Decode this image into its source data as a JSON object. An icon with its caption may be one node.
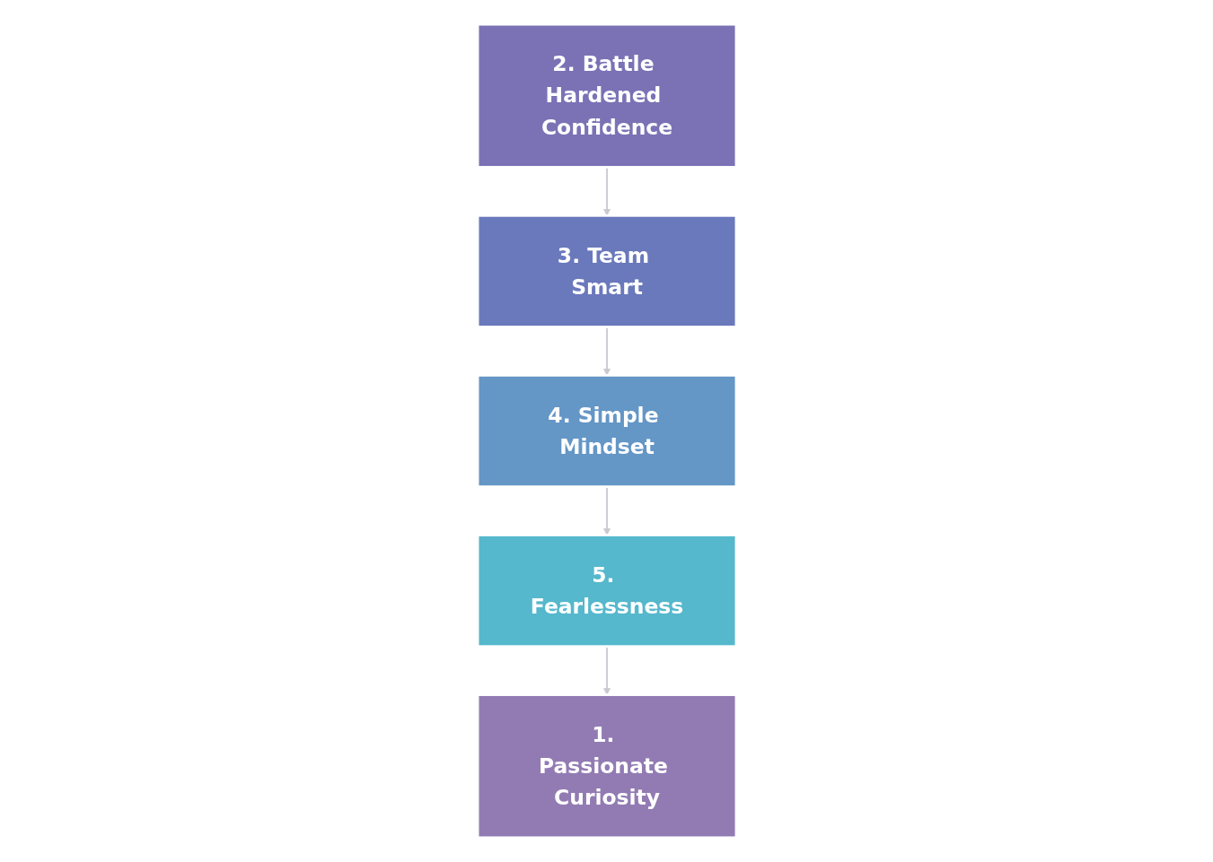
{
  "diagram": {
    "nodes": [
      {
        "text": [
          "1. Passionate Curiosity"
        ]
      },
      {
        "text": [
          "2. Battle Hardened Confidence"
        ]
      },
      {
        "text": [
          "3. Team Smart"
        ]
      },
      {
        "text": [
          "4. Simple Mindset"
        ]
      },
      {
        "text": [
          "5. Fearlessness"
        ]
      }
    ],
    "edges": [
      {
        "from": 1,
        "to": 2,
        "arrow": "to"
      },
      {
        "from": 2,
        "to": 3,
        "arrow": "to"
      },
      {
        "from": 3,
        "to": 4,
        "arrow": "to"
      },
      {
        "from": 4,
        "to": 0,
        "arrow": "to"
      }
    ]
  }
}
